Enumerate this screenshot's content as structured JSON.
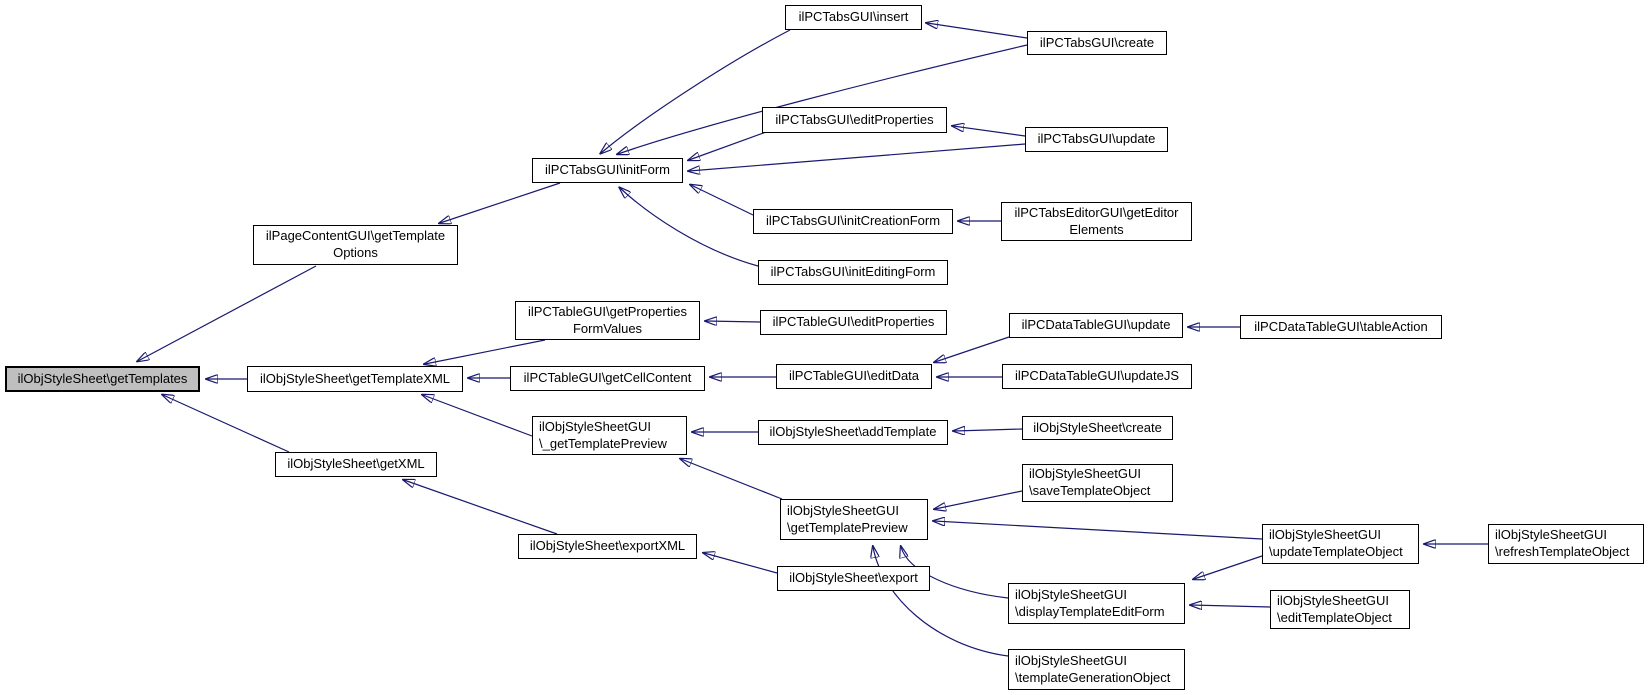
{
  "diagram": {
    "type": "doxygen-caller-graph",
    "root_function": "ilObjStyleSheet\\getTemplates",
    "colors": {
      "edge": "#191970",
      "node_border": "#000000",
      "node_fill": "#ffffff",
      "root_fill": "#bfbfbf",
      "background": "#ffffff"
    },
    "nodes": [
      {
        "id": "getTemplates",
        "label": "ilObjStyleSheet\\getTemplates",
        "highlighted": true
      },
      {
        "id": "getTemplateOptions",
        "label": "ilPageContentGUI\\getTemplate\nOptions"
      },
      {
        "id": "getTemplateXML",
        "label": "ilObjStyleSheet\\getTemplateXML"
      },
      {
        "id": "getXML",
        "label": "ilObjStyleSheet\\getXML"
      },
      {
        "id": "initForm",
        "label": "ilPCTabsGUI\\initForm"
      },
      {
        "id": "getPropertiesFormValues",
        "label": "ilPCTableGUI\\getProperties\nFormValues"
      },
      {
        "id": "getCellContent",
        "label": "ilPCTableGUI\\getCellContent"
      },
      {
        "id": "_getTemplatePreview",
        "label": "ilObjStyleSheetGUI\n\\_getTemplatePreview"
      },
      {
        "id": "exportXML",
        "label": "ilObjStyleSheet\\exportXML"
      },
      {
        "id": "insert",
        "label": "ilPCTabsGUI\\insert"
      },
      {
        "id": "tabsEditProperties",
        "label": "ilPCTabsGUI\\editProperties"
      },
      {
        "id": "initCreationForm",
        "label": "ilPCTabsGUI\\initCreationForm"
      },
      {
        "id": "initEditingForm",
        "label": "ilPCTabsGUI\\initEditingForm"
      },
      {
        "id": "tableEditProperties",
        "label": "ilPCTableGUI\\editProperties"
      },
      {
        "id": "editData",
        "label": "ilPCTableGUI\\editData"
      },
      {
        "id": "addTemplate",
        "label": "ilObjStyleSheet\\addTemplate"
      },
      {
        "id": "getTemplatePreview",
        "label": "ilObjStyleSheetGUI\n\\getTemplatePreview"
      },
      {
        "id": "export",
        "label": "ilObjStyleSheet\\export"
      },
      {
        "id": "tabsCreate",
        "label": "ilPCTabsGUI\\create"
      },
      {
        "id": "tabsUpdate",
        "label": "ilPCTabsGUI\\update"
      },
      {
        "id": "getEditorElements",
        "label": "ilPCTabsEditorGUI\\getEditor\nElements"
      },
      {
        "id": "dataTableUpdate",
        "label": "ilPCDataTableGUI\\update"
      },
      {
        "id": "tableAction",
        "label": "ilPCDataTableGUI\\tableAction"
      },
      {
        "id": "updateJS",
        "label": "ilPCDataTableGUI\\updateJS"
      },
      {
        "id": "styleCreate",
        "label": "ilObjStyleSheet\\create"
      },
      {
        "id": "saveTemplateObject",
        "label": "ilObjStyleSheetGUI\n\\saveTemplateObject"
      },
      {
        "id": "updateTemplateObject",
        "label": "ilObjStyleSheetGUI\n\\updateTemplateObject"
      },
      {
        "id": "refreshTemplateObject",
        "label": "ilObjStyleSheetGUI\n\\refreshTemplateObject"
      },
      {
        "id": "displayTemplateEditForm",
        "label": "ilObjStyleSheetGUI\n\\displayTemplateEditForm"
      },
      {
        "id": "editTemplateObject",
        "label": "ilObjStyleSheetGUI\n\\editTemplateObject"
      },
      {
        "id": "templateGenerationObject",
        "label": "ilObjStyleSheetGUI\n\\templateGenerationObject"
      }
    ],
    "edges": [
      {
        "from": "getTemplateOptions",
        "to": "getTemplates"
      },
      {
        "from": "getTemplateXML",
        "to": "getTemplates"
      },
      {
        "from": "getXML",
        "to": "getTemplates"
      },
      {
        "from": "initForm",
        "to": "getTemplateOptions"
      },
      {
        "from": "insert",
        "to": "initForm"
      },
      {
        "from": "tabsCreate",
        "to": "insert"
      },
      {
        "from": "tabsCreate",
        "to": "initForm"
      },
      {
        "from": "tabsUpdate",
        "to": "tabsEditProperties"
      },
      {
        "from": "tabsEditProperties",
        "to": "initForm"
      },
      {
        "from": "tabsUpdate",
        "to": "initForm"
      },
      {
        "from": "getEditorElements",
        "to": "initCreationForm"
      },
      {
        "from": "initCreationForm",
        "to": "initForm"
      },
      {
        "from": "initEditingForm",
        "to": "initForm"
      },
      {
        "from": "tableEditProperties",
        "to": "getPropertiesFormValues"
      },
      {
        "from": "getPropertiesFormValues",
        "to": "getTemplateXML"
      },
      {
        "from": "getCellContent",
        "to": "getTemplateXML"
      },
      {
        "from": "editData",
        "to": "getCellContent"
      },
      {
        "from": "dataTableUpdate",
        "to": "editData"
      },
      {
        "from": "updateJS",
        "to": "editData"
      },
      {
        "from": "tableAction",
        "to": "dataTableUpdate"
      },
      {
        "from": "_getTemplatePreview",
        "to": "getTemplateXML"
      },
      {
        "from": "addTemplate",
        "to": "_getTemplatePreview"
      },
      {
        "from": "styleCreate",
        "to": "addTemplate"
      },
      {
        "from": "getTemplatePreview",
        "to": "_getTemplatePreview"
      },
      {
        "from": "saveTemplateObject",
        "to": "getTemplatePreview"
      },
      {
        "from": "updateTemplateObject",
        "to": "getTemplatePreview"
      },
      {
        "from": "refreshTemplateObject",
        "to": "updateTemplateObject"
      },
      {
        "from": "updateTemplateObject",
        "to": "displayTemplateEditForm"
      },
      {
        "from": "editTemplateObject",
        "to": "displayTemplateEditForm"
      },
      {
        "from": "displayTemplateEditForm",
        "to": "getTemplatePreview"
      },
      {
        "from": "templateGenerationObject",
        "to": "getTemplatePreview"
      },
      {
        "from": "exportXML",
        "to": "getXML"
      },
      {
        "from": "export",
        "to": "exportXML"
      }
    ]
  }
}
